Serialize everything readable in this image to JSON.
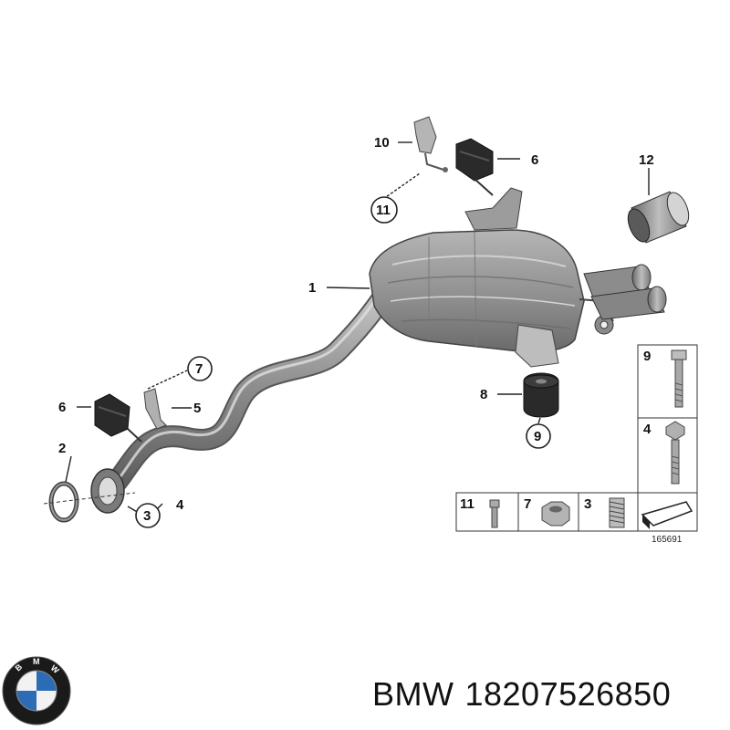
{
  "diagram": {
    "callouts": {
      "c1": "1",
      "c2": "2",
      "c3": "3",
      "c4": "4",
      "c5": "5",
      "c6a": "6",
      "c6b": "6",
      "c7": "7",
      "c8": "8",
      "c9": "9",
      "c10": "10",
      "c11": "11",
      "c12": "12"
    },
    "hardware_table": {
      "c9": "9",
      "c4": "4",
      "c11": "11",
      "c7": "7",
      "c3": "3"
    },
    "reference_number": "165691"
  },
  "brand": {
    "logo_letters": "BMW",
    "name": "BMW",
    "part_number": "18207526850"
  },
  "colors": {
    "pipe": "#8a8a8a",
    "muffler": "#9a9a9a",
    "rubber": "#2a2a2a",
    "bmw_blue": "#2b6cb5"
  }
}
